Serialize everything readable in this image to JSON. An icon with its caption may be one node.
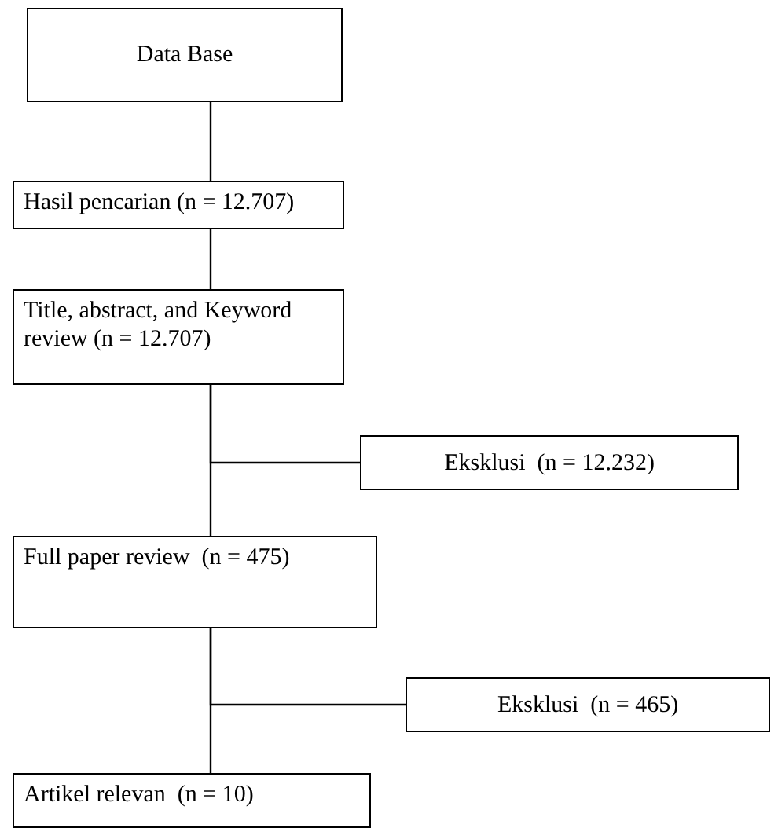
{
  "diagram": {
    "nodes": [
      {
        "text": [
          "Data Base"
        ]
      },
      {
        "text": [
          "Hasil pencarian (n = 12.707)"
        ]
      },
      {
        "text": [
          "Title, abstract, and Keyword review (n = 12.707)"
        ]
      },
      {
        "text": [
          "Eksklusi  (n = 12.232)"
        ]
      },
      {
        "text": [
          "Full paper review  (n = 475)"
        ]
      },
      {
        "text": [
          "Eksklusi  (n = 465)"
        ]
      },
      {
        "text": [
          "Artikel relevan  (n = 10)"
        ]
      }
    ],
    "edges": [
      {
        "from": 0,
        "to": 1,
        "arrow": "none"
      },
      {
        "from": 1,
        "to": 2,
        "arrow": "none"
      },
      {
        "from": 2,
        "to": 4,
        "arrow": "none"
      },
      {
        "from": 2,
        "to": 3,
        "arrow": "none"
      },
      {
        "from": 4,
        "to": 6,
        "arrow": "none"
      },
      {
        "from": 4,
        "to": 5,
        "arrow": "none"
      }
    ]
  }
}
